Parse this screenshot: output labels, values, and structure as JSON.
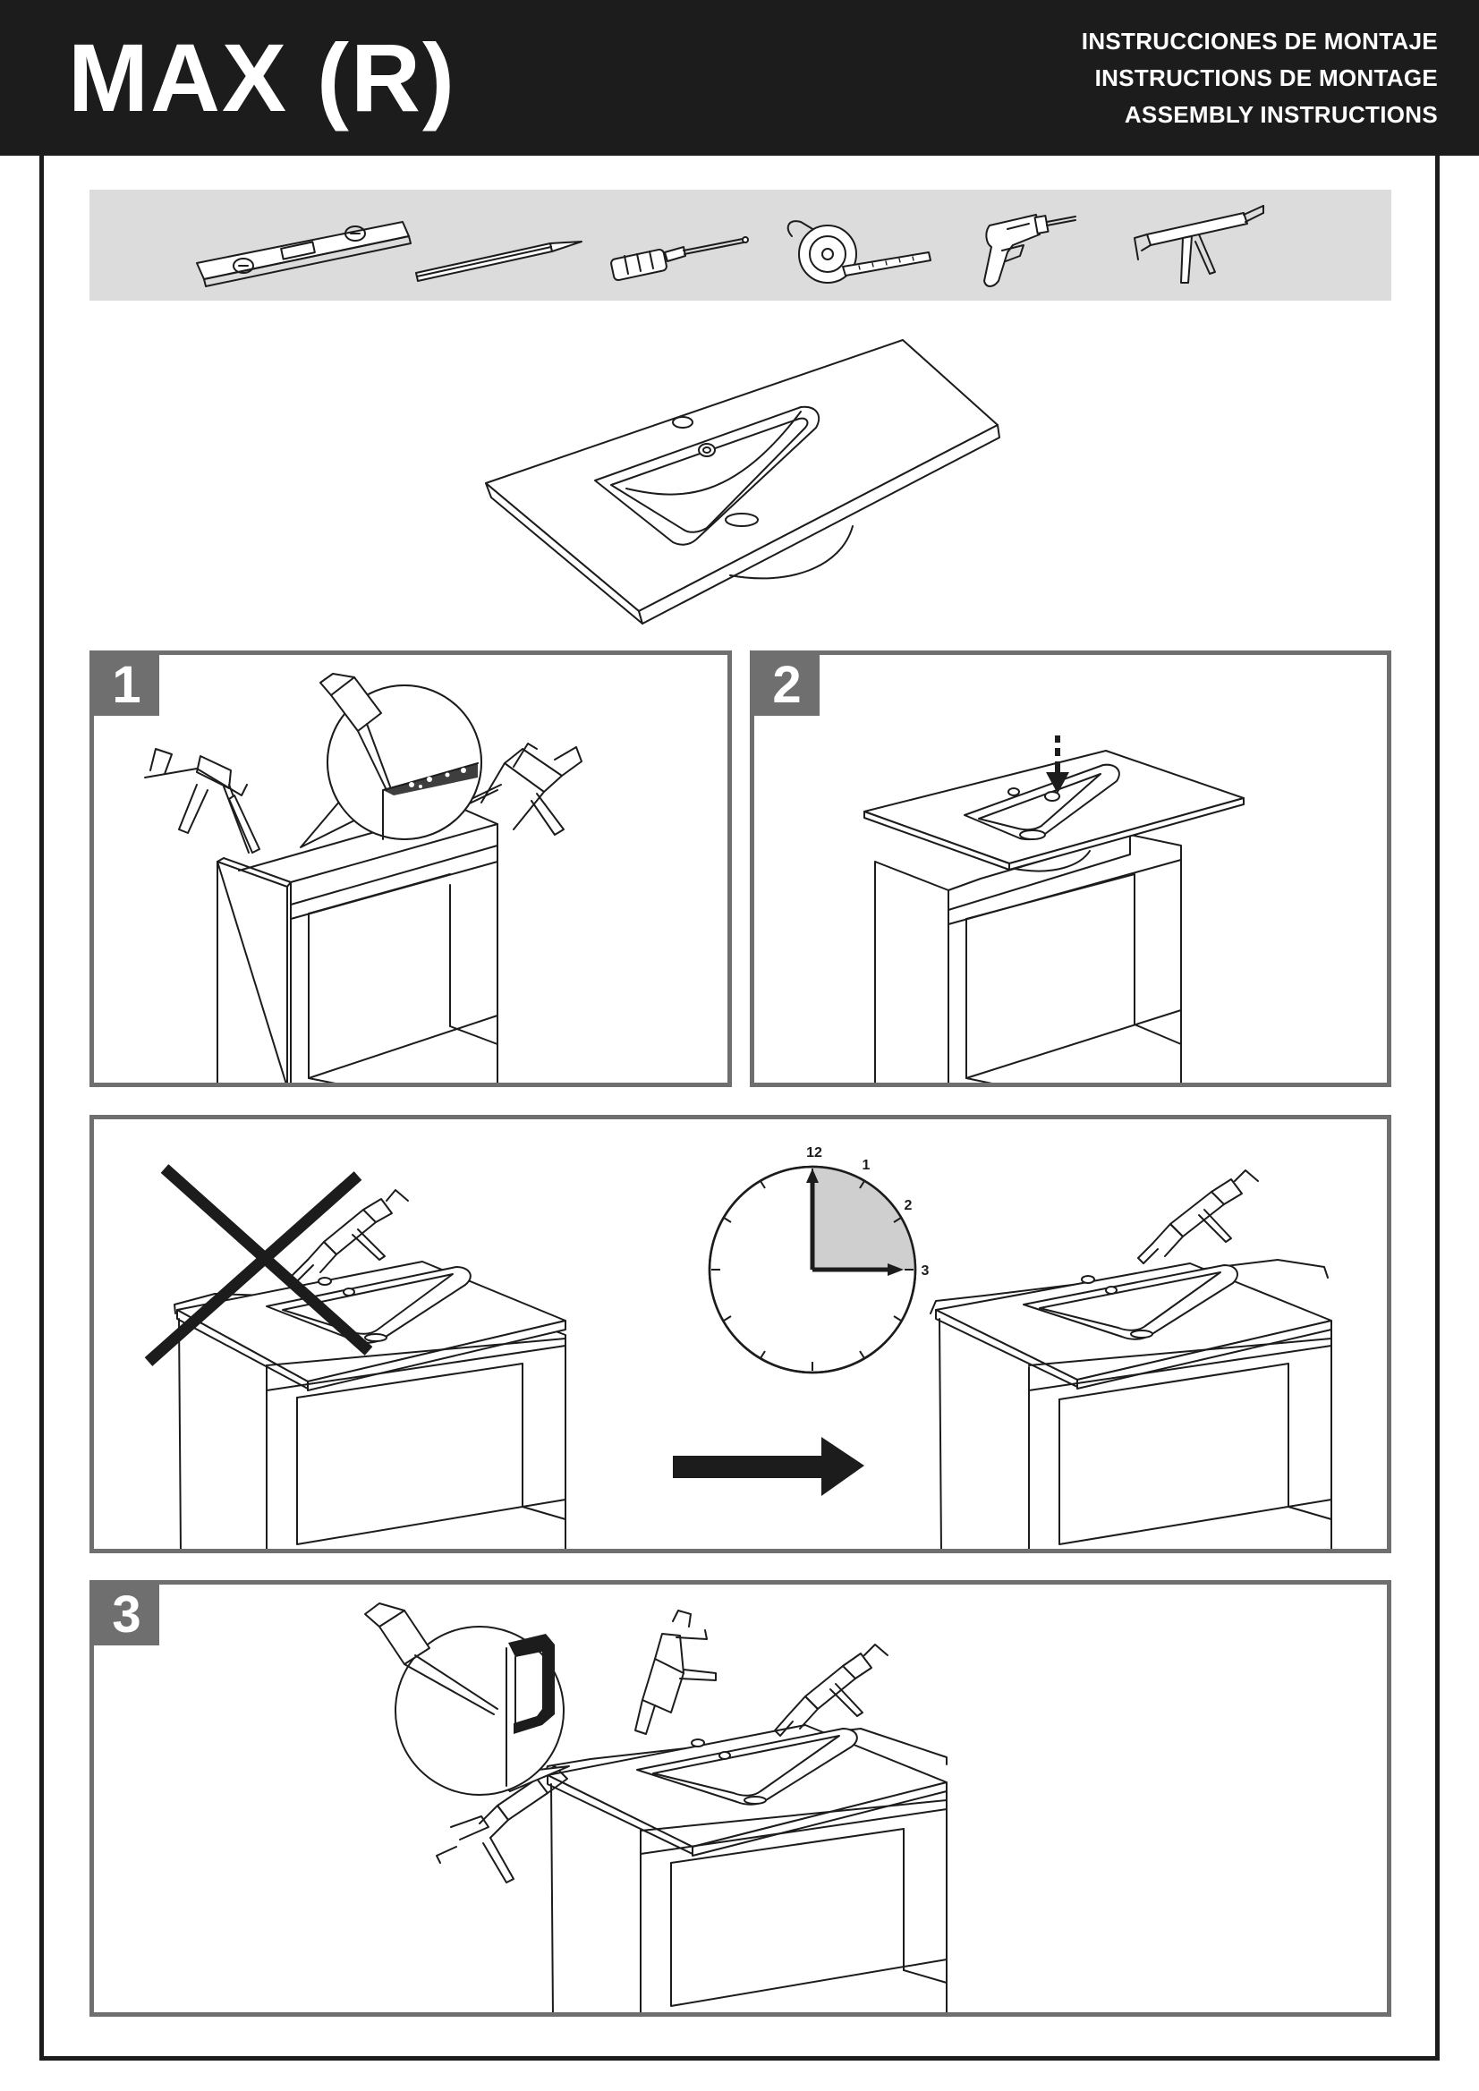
{
  "header": {
    "title": "MAX (R)",
    "subtitles": [
      "INSTRUCCIONES DE MONTAJE",
      "INSTRUCTIONS DE MONTAGE",
      "ASSEMBLY INSTRUCTIONS"
    ]
  },
  "tools": [
    "spirit-level-icon",
    "pencil-icon",
    "screwdriver-icon",
    "tape-measure-icon",
    "drill-icon",
    "caulking-gun-icon"
  ],
  "steps": {
    "step1": "1",
    "step2": "2",
    "step3": "3"
  },
  "clock": {
    "labels": [
      "12",
      "1",
      "2",
      "3"
    ],
    "wait_hours": 3
  },
  "colors": {
    "header_bg": "#1c1c1c",
    "panel_border": "#6f6f6f",
    "tools_bar": "#dcdcdc",
    "clock_fill": "#cfcfcf"
  }
}
